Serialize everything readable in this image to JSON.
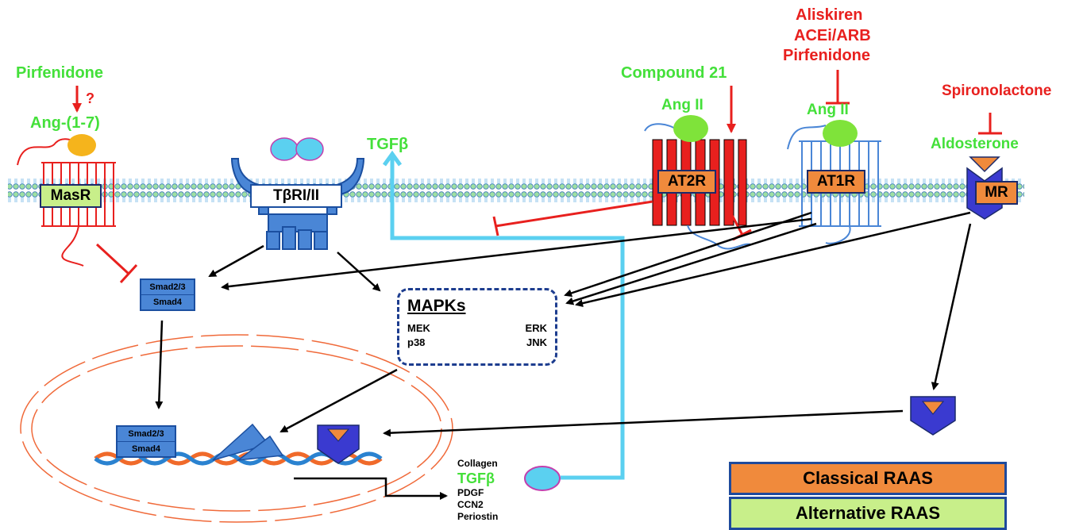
{
  "drugs": {
    "pirfenidone_left": "Pirfenidone",
    "question_mark": "?",
    "compound21": "Compound 21",
    "aliskiren": "Aliskiren",
    "acei_arb": "ACEi/ARB",
    "pirfenidone_right": "Pirfenidone",
    "spironolactone": "Spironolactone"
  },
  "ligands": {
    "ang17": "Ang-(1-7)",
    "tgfb": "TGFβ",
    "angII_at2r": "Ang II",
    "angII_at1r": "Ang II",
    "aldosterone": "Aldosterone"
  },
  "receptors": {
    "masr": "MasR",
    "tbr": "TβRI/II",
    "at2r": "AT2R",
    "at1r": "AT1R",
    "mr": "MR"
  },
  "smad_top": {
    "line1": "Smad2/3",
    "line2": "Smad4"
  },
  "smad_nucleus": {
    "line1": "Smad2/3",
    "line2": "Smad4"
  },
  "mapks": {
    "title": "MAPKs",
    "mek": "MEK",
    "erk": "ERK",
    "p38": "p38",
    "jnk": "JNK"
  },
  "genes": {
    "collagen": "Collagen",
    "tgfb": "TGFβ",
    "pdgf": "PDGF",
    "ccn2": "CCN2",
    "periostin": "Periostin"
  },
  "legend": {
    "classical": "Classical RAAS",
    "alternative": "Alternative RAAS"
  },
  "colors": {
    "alternative_green": "#44e03a",
    "inhibitor_red": "#e8201e",
    "classical_orange": "#f08a3c",
    "legend_alt_fill": "#c8ef8a",
    "tgfb_cyan": "#5bd0f0",
    "receptor_blue": "#4a86d6"
  }
}
